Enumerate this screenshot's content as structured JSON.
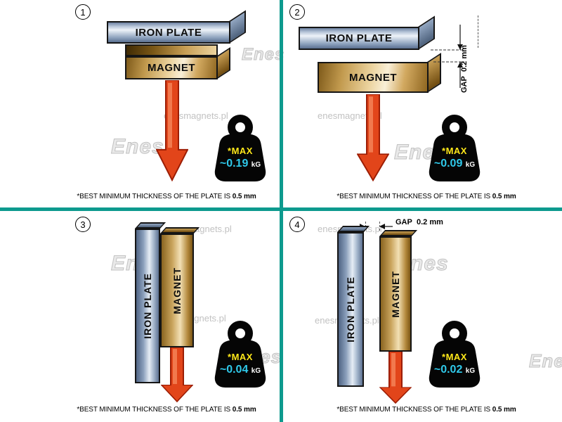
{
  "colors": {
    "divider": "#0d9a8e",
    "max_text": "#ffe81a",
    "value_text": "#2fc9ea",
    "arrow": "#e2451a"
  },
  "watermark": {
    "site": "enesmagnets.pl",
    "brand": "Enes"
  },
  "caption": {
    "text": "*BEST MINIMUM THICKNESS OF THE PLATE IS",
    "bold": "0.5 mm"
  },
  "labels": {
    "iron_plate": "IRON PLATE",
    "magnet": "MAGNET",
    "max": "*MAX",
    "unit": "kG",
    "gap": "GAP",
    "gap_value": "0.2 mm"
  },
  "panels": [
    {
      "number": "1",
      "value": "~0.19"
    },
    {
      "number": "2",
      "value": "~0.09"
    },
    {
      "number": "3",
      "value": "~0.04"
    },
    {
      "number": "4",
      "value": "~0.02"
    }
  ]
}
